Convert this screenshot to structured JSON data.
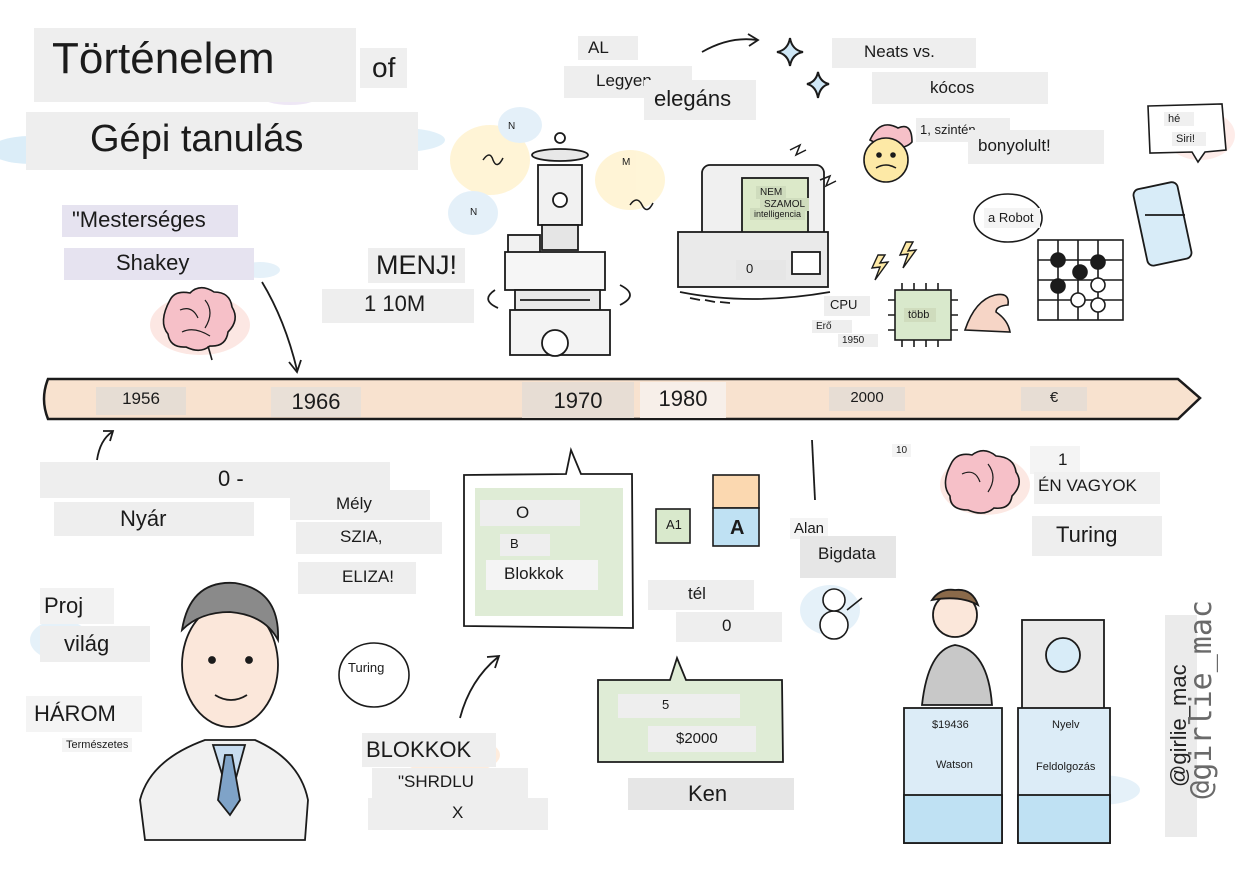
{
  "title": {
    "line1": "Történelem",
    "of": "of",
    "line2": "Gépi tanulás"
  },
  "timeline": {
    "years": [
      "1956",
      "1966",
      "1970",
      "1980",
      "2000",
      "€"
    ]
  },
  "top_labels": {
    "mesterseges": "\"Mesterséges",
    "shakey": "Shakey",
    "menj": "MENJ!",
    "one_ten_m": "1 10M",
    "al": "AL",
    "legyen": "Legyen",
    "elegans": "elegáns",
    "neats": "Neats vs.",
    "kocos": "kócos",
    "szinten": "1, szintén",
    "bonyolult": "bonyolult!",
    "he": "hé",
    "siri": "Siri!",
    "a_robot": "a Robot",
    "nem": "NEM",
    "szamol": "SZAMOL",
    "intelligencia": "intelligencia",
    "zero_small": "0",
    "cpu": "CPU",
    "ero": "Erő",
    "ev_1950": "1950",
    "tobb": "több",
    "n1": "N",
    "n2": "N",
    "m1": "M"
  },
  "bottom_labels": {
    "zero_dash": "0 -",
    "nyar": "Nyár",
    "mely": "Mély",
    "szia": "SZIA,",
    "eliza": "ELIZA!",
    "proj": "Proj",
    "vilag": "világ",
    "harom": "HÁROM",
    "termeszetes": "Természetes",
    "turing_bubble": "Turing",
    "blokkok_caps": "BLOKKOK",
    "shrdlu": "\"SHRDLU",
    "x": "X",
    "box_o": "O",
    "box_b": "B",
    "box_blokkok": "Blokkok",
    "cube_a1": "A1",
    "cube_a": "A",
    "tel": "tél",
    "zero_tel": "0",
    "five": "5",
    "usd2000": "$2000",
    "ken": "Ken",
    "alan": "Alan",
    "bigdata": "Bigdata",
    "ten": "10",
    "one": "1",
    "en_vagyok": "ÉN VAGYOK",
    "turing": "Turing",
    "watson_score": "$19436",
    "watson": "Watson",
    "nyelv": "Nyelv",
    "feldolgozas": "Feldolgozás"
  },
  "credit": {
    "handle_label": "@girlie_mac",
    "handle_signature": "@girlie_mac"
  },
  "colors": {
    "timeline_fill": "#f8e2cf",
    "accent_blue": "#bfe1f3",
    "accent_pink": "#f6c9c6",
    "accent_yellow": "#fde9a6",
    "accent_green": "#d9e9cc",
    "ink": "#1b1b1b"
  }
}
